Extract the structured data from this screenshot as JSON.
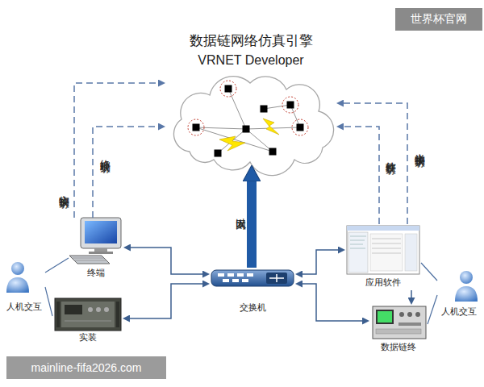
{
  "diagram": {
    "nodes": [
      {
        "text": [
          "数据链网络仿真引擎",
          "VRNET Developer"
        ]
      },
      {
        "text": [
          "终端"
        ]
      },
      {
        "text": [
          "实装"
        ]
      },
      {
        "text": [
          "交换机"
        ]
      },
      {
        "text": [
          "应用软件"
        ]
      },
      {
        "text": [
          "数据链终"
        ]
      },
      {
        "text": [
          "人机交互"
        ]
      },
      {
        "text": [
          "人机交互"
        ]
      }
    ],
    "edges": [
      {
        "from": 1,
        "to": 0,
        "arrow": "to",
        "label": "终端映射"
      },
      {
        "from": 1,
        "to": 0,
        "arrow": "to",
        "label": "实物映射"
      },
      {
        "from": 4,
        "to": 0,
        "arrow": "to",
        "label": "软件映射"
      },
      {
        "from": 4,
        "to": 0,
        "arrow": "to",
        "label": "半实物映射"
      },
      {
        "from": 3,
        "to": 0,
        "arrow": "to",
        "label": "以太网"
      },
      {
        "from": 1,
        "to": 3,
        "arrow": "both"
      },
      {
        "from": 2,
        "to": 3,
        "arrow": "both"
      },
      {
        "from": 3,
        "to": 4,
        "arrow": "both"
      },
      {
        "from": 3,
        "to": 5,
        "arrow": "both"
      },
      {
        "from": 4,
        "to": 5,
        "arrow": "to"
      },
      {
        "from": 6,
        "to": 1,
        "arrow": "none"
      },
      {
        "from": 6,
        "to": 2,
        "arrow": "none"
      },
      {
        "from": 7,
        "to": 4,
        "arrow": "none"
      },
      {
        "from": 7,
        "to": 5,
        "arrow": "none"
      }
    ],
    "labels": [
      "世界杯官网",
      "mainline-fifa2026.com"
    ]
  }
}
